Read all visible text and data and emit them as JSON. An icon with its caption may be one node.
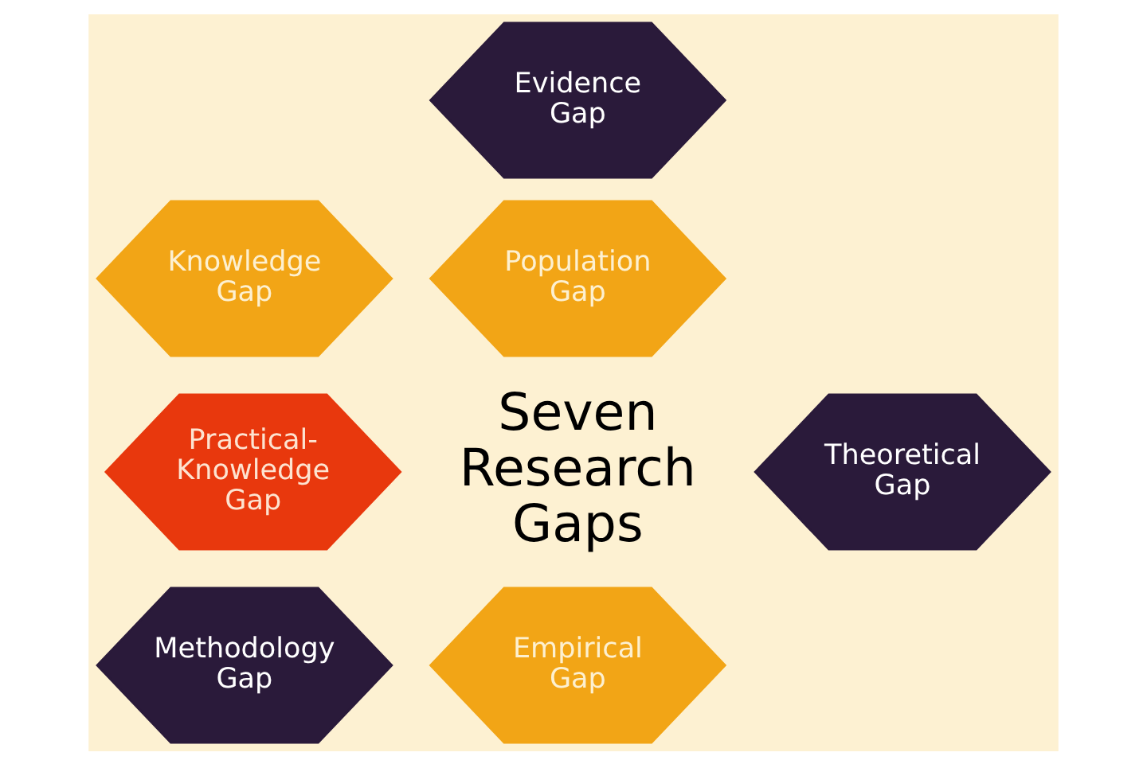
{
  "diagram": {
    "nodes": [
      {
        "text": [
          "Evidence Gap"
        ]
      },
      {
        "text": [
          "Knowledge Gap"
        ]
      },
      {
        "text": [
          "Population Gap"
        ]
      },
      {
        "text": [
          "Practical-Knowledge Gap"
        ]
      },
      {
        "text": [
          "Theoretical Gap"
        ]
      },
      {
        "text": [
          "Methodology Gap"
        ]
      },
      {
        "text": [
          "Empirical Gap"
        ]
      }
    ],
    "edges": [],
    "labels": [
      "Seven Research Gaps"
    ]
  }
}
